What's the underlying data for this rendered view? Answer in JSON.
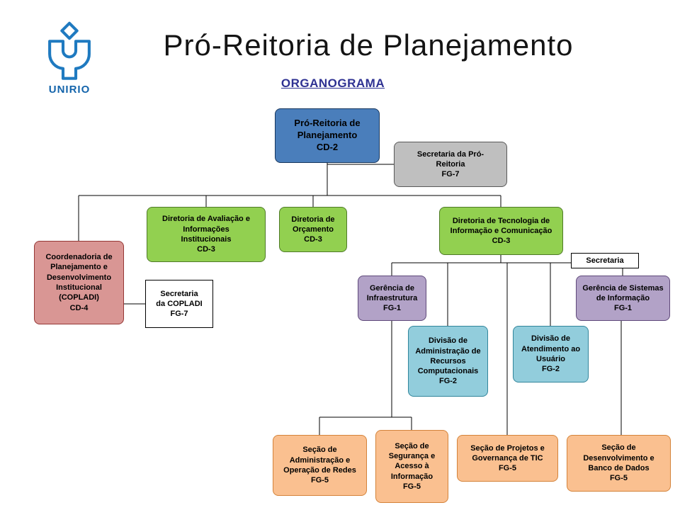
{
  "slide": {
    "title": "Pró-Reitoria de Planejamento",
    "subtitle": "ORGANOGRAMA",
    "logo": {
      "text": "UNIRIO"
    }
  },
  "palette": {
    "executive_blue": "#4a7ebb",
    "secretariat_gray": "#bfbfbf",
    "directorate_green": "#92d050",
    "coordination_rose": "#d99694",
    "management_purple": "#b2a2c7",
    "division_lightblue": "#92cddc",
    "section_orange": "#fac090",
    "plain_white": "#ffffff",
    "connector_line": "#000000",
    "subtitle_blue": "#2e3192",
    "logo_blue": "#1464ab"
  },
  "org": {
    "pro_reitoria": {
      "label": "Pró-Reitoria de\nPlanejamento\nCD-2"
    },
    "secretaria_pro_reitoria": {
      "label": "Secretaria da Pró-\nReitoria\nFG-7"
    },
    "dir_avaliacao": {
      "label": "Diretoria de Avaliação e\nInformações\nInstitucionais\nCD-3"
    },
    "dir_orcamento": {
      "label": "Diretoria de\nOrçamento\nCD-3"
    },
    "dir_tecnologia": {
      "label": "Diretoria de Tecnologia de\nInformação e Comunicação\nCD-3"
    },
    "copladi": {
      "label": "Coordenadoria de\nPlanejamento e\nDesenvolvimento\nInstitucional\n(COPLADI)\nCD-4"
    },
    "secretaria_copladi": {
      "label": "Secretaria\nda COPLADI\nFG-7"
    },
    "secretaria_ti": {
      "label": "Secretaria"
    },
    "ger_infraestrutura": {
      "label": "Gerência de\nInfraestrutura\nFG-1"
    },
    "ger_sistemas": {
      "label": "Gerência de Sistemas\nde Informação\nFG-1"
    },
    "div_recursos": {
      "label": "Divisão de\nAdministração de\nRecursos\nComputacionais\nFG-2"
    },
    "div_atendimento": {
      "label": "Divisão de\nAtendimento ao\nUsuário\nFG-2"
    },
    "secao_redes": {
      "label": "Seção de\nAdministração e\nOperação de Redes\nFG-5"
    },
    "secao_seguranca": {
      "label": "Seção de\nSegurança e\nAcesso à\nInformação\nFG-5"
    },
    "secao_projetos": {
      "label": "Seção de Projetos e\nGovernança de TIC\nFG-5"
    },
    "secao_desenvolvimento": {
      "label": "Seção de\nDesenvolvimento e\nBanco de Dados\nFG-5"
    }
  }
}
